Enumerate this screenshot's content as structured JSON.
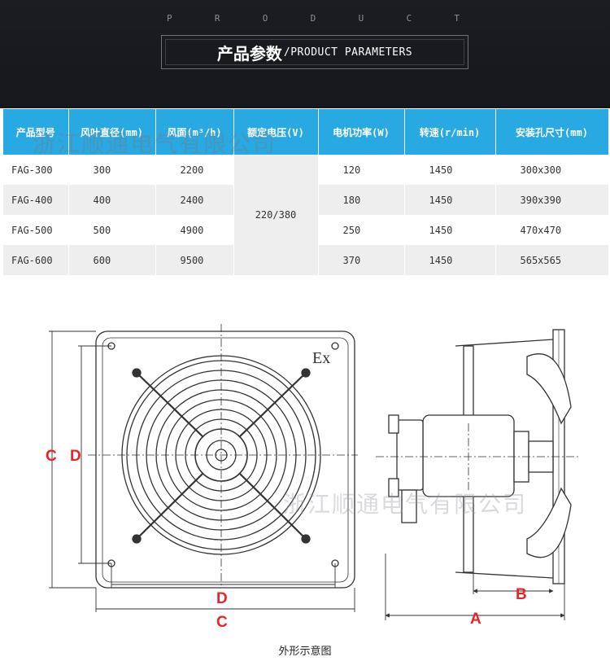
{
  "header": {
    "letters": [
      "P",
      "R",
      "O",
      "D",
      "U",
      "C",
      "T"
    ],
    "title_zh": "产品参数",
    "title_en": "/PRODUCT PARAMETERS"
  },
  "table": {
    "columns": [
      "产品型号",
      "风叶直径(mm)",
      "风面(m³/h)",
      "额定电压(V)",
      "电机功率(W)",
      "转速(r/min)",
      "安装孔尺寸(mm)"
    ],
    "rows": [
      {
        "model": "FAG-300",
        "diameter": "300",
        "airflow": "2200",
        "power": "120",
        "speed": "1450",
        "hole": "300x300"
      },
      {
        "model": "FAG-400",
        "diameter": "400",
        "airflow": "2400",
        "power": "180",
        "speed": "1450",
        "hole": "390x390"
      },
      {
        "model": "FAG-500",
        "diameter": "500",
        "airflow": "4900",
        "power": "250",
        "speed": "1450",
        "hole": "470x470"
      },
      {
        "model": "FAG-600",
        "diameter": "600",
        "airflow": "9500",
        "power": "370",
        "speed": "1450",
        "hole": "565x565"
      }
    ],
    "voltage": "220/380"
  },
  "watermark": "浙江顺通电气有限公司",
  "drawing": {
    "ex_mark": "Ex",
    "labels": {
      "c": "C",
      "d": "D",
      "a": "A",
      "b": "B"
    },
    "caption": "外形示意图"
  }
}
